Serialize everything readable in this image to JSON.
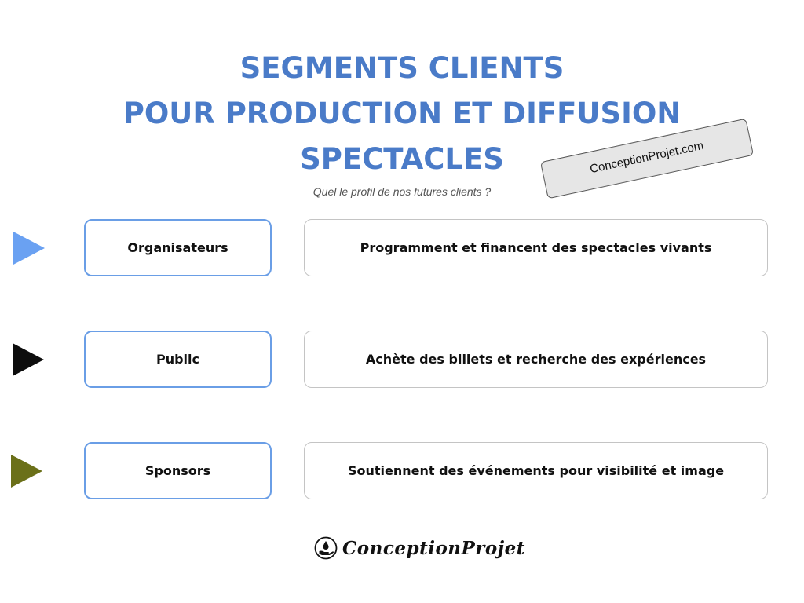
{
  "header": {
    "title_lines": [
      "SEGMENTS CLIENTS",
      "POUR PRODUCTION ET DIFFUSION",
      "SPECTACLES"
    ],
    "subtitle": "Quel le profil de nos futures clients ?"
  },
  "stamp": {
    "text": "ConceptionProjet.com"
  },
  "segments": [
    {
      "name": "Organisateurs",
      "description": "Programment et financent des spectacles vivants",
      "arrow_color": "#6aa1f2"
    },
    {
      "name": "Public",
      "description": "Achète des billets et recherche des expériences",
      "arrow_color": "#0d0d0d"
    },
    {
      "name": "Sponsors",
      "description": "Soutiennent des événements pour visibilité et image",
      "arrow_color": "#6b7019"
    }
  ],
  "colors": {
    "title": "#4a7bc8",
    "segment_border": "#6a9ee6",
    "description_border": "#c4c4c4",
    "stamp_background": "#e6e6e6"
  },
  "footer": {
    "logo_text": "ConceptionProjet",
    "logo_icon": "hand-with-drop-logo-icon"
  }
}
